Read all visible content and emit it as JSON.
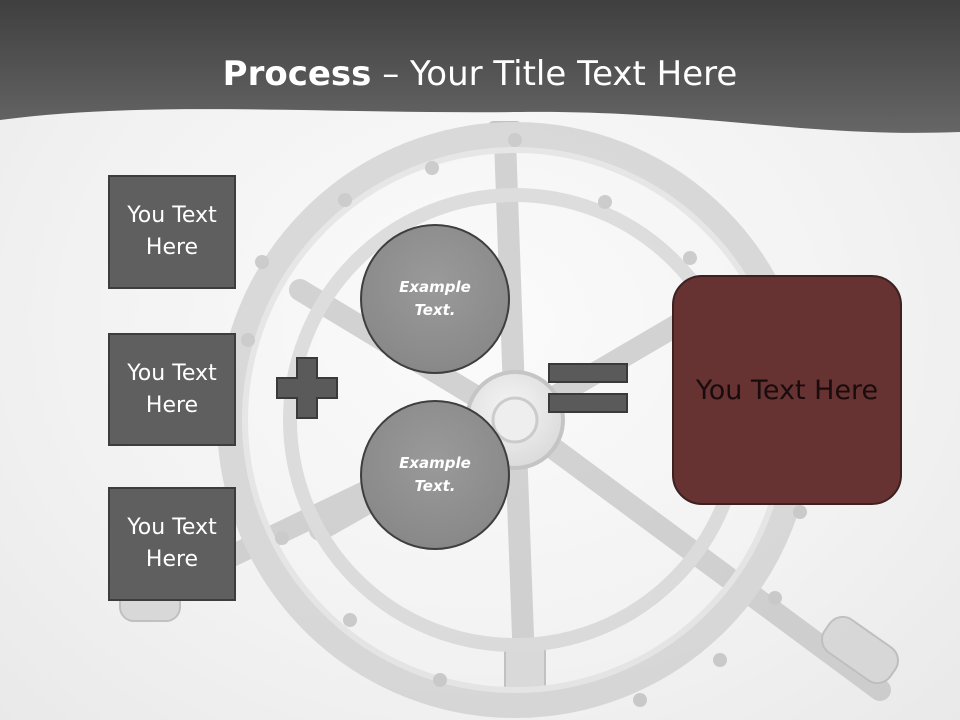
{
  "title": {
    "bold_part": "Process",
    "separator": " – ",
    "rest": "Your Title Text Here"
  },
  "inputs": [
    {
      "label": "You Text Here"
    },
    {
      "label": "You Text Here"
    },
    {
      "label": "You Text Here"
    }
  ],
  "circles": [
    {
      "label": "Example Text."
    },
    {
      "label": "Example Text."
    }
  ],
  "result": {
    "label": "You Text Here"
  },
  "colors": {
    "header": "#575757",
    "box_fill": "#5f5f5f",
    "circle_fill": "#8c8c8c",
    "result_fill": "#663232",
    "operator_fill": "#5a5a5a"
  },
  "icons": {
    "operator_1": "plus-icon",
    "operator_2": "equals-icon",
    "background": "ship-wheel-icon"
  }
}
